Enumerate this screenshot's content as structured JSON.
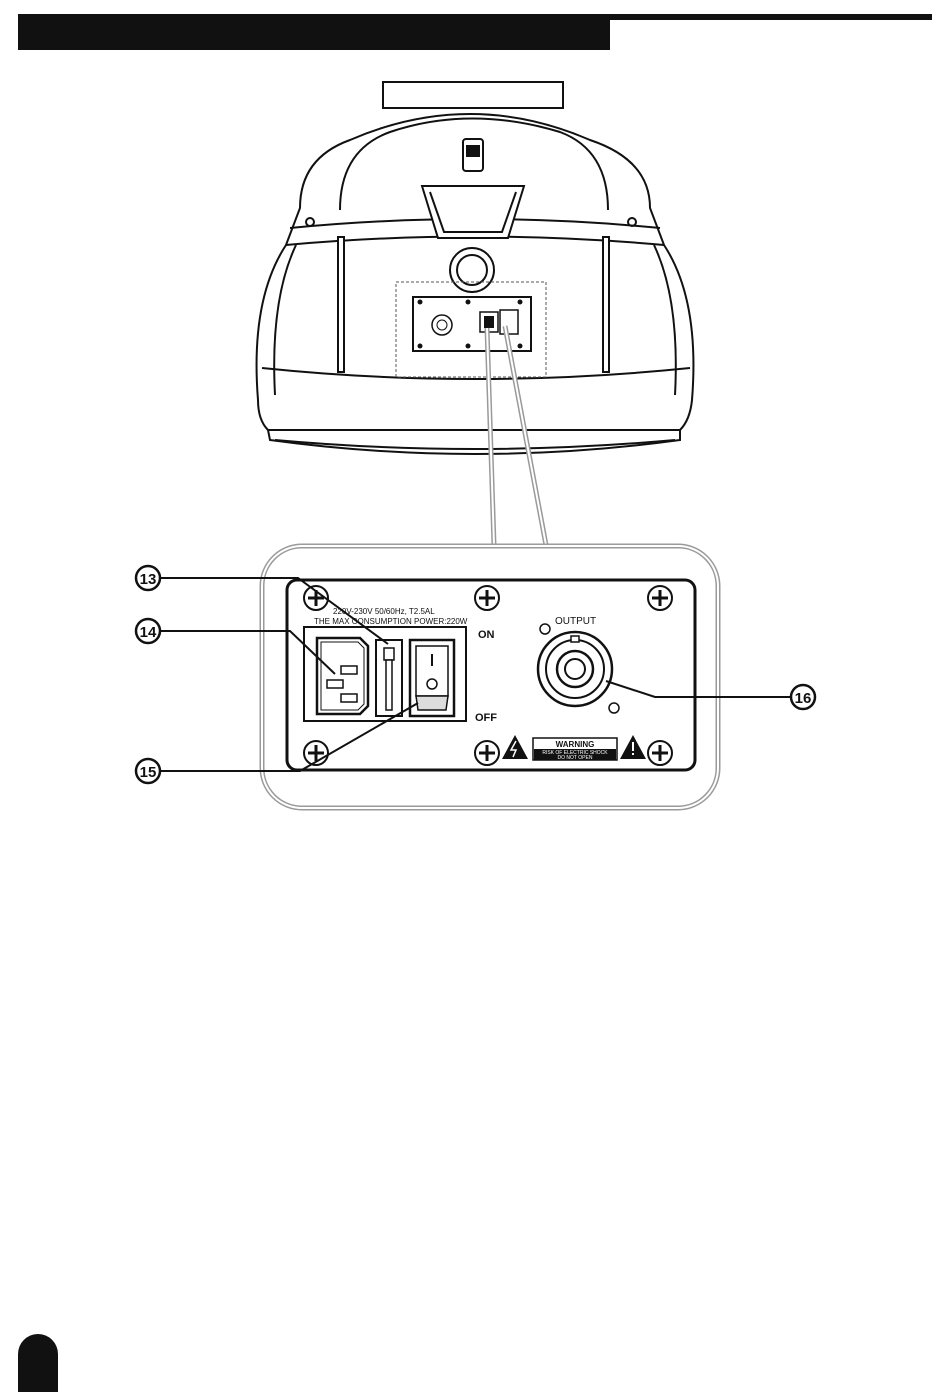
{
  "panel": {
    "spec_line1": "220V-230V 50/60Hz, T2.5AL",
    "spec_line2": "THE MAX CONSUMPTION POWER:220W",
    "switch_on": "ON",
    "switch_off": "OFF",
    "output_label": "OUTPUT",
    "warning_title": "WARNING",
    "warning_line1": "RISK OF ELECTRIC SHOCK",
    "warning_line2": "DO NOT OPEN"
  },
  "callouts": {
    "c13": "13",
    "c14": "14",
    "c15": "15",
    "c16": "16"
  },
  "colors": {
    "ink": "#111111",
    "zoom_outline": "#9a9a9a"
  }
}
